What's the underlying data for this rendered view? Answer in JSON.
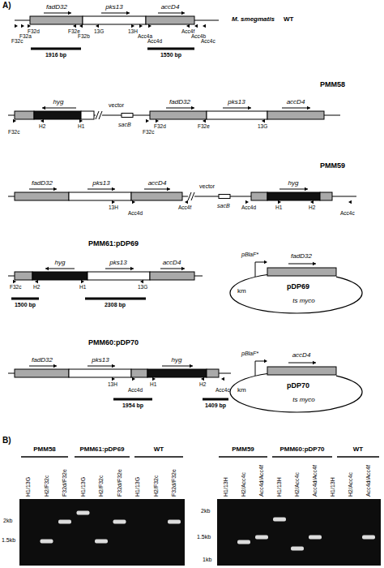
{
  "diagram": {
    "nodes": [
      {
        "text": [
          "km",
          "pDP69",
          "ts myco"
        ]
      },
      {
        "text": [
          "km",
          "pDP70",
          "ts myco"
        ]
      }
    ],
    "labels": [
      "A)",
      "fadD32",
      "pks13",
      "accD4",
      "M. smegmatis",
      "WT",
      "F32c",
      "F32a",
      "F32d",
      "F32e",
      "F32b",
      "13G",
      "13H",
      "Acc4a",
      "Acc4d",
      "Acc4f",
      "Acc4b",
      "Acc4c",
      "1916 bp",
      "1550 bp",
      "hyg",
      "vector",
      "sacB",
      "fadD32",
      "pks13",
      "accD4",
      "PMM58",
      "F32c",
      "H2",
      "H1",
      "F32c",
      "F32d",
      "F32e",
      "13G",
      "fadD32",
      "pks13",
      "accD4",
      "vector",
      "sacB",
      "hyg",
      "PMM59",
      "13H",
      "Acc4d",
      "Acc4f",
      "Acc4d",
      "H1",
      "H2",
      "Acc4c",
      "hyg",
      "pks13",
      "accD4",
      "PMM61:pDP69",
      "F32c",
      "H2",
      "H1",
      "13G",
      "1500 bp",
      "2308 bp",
      "pBlaF*",
      "fadD32",
      "PMM60:pDP70",
      "fadD32",
      "pks13",
      "hyg",
      "13H",
      "Acc4d",
      "H1",
      "H2",
      "Acc4c",
      "1954 bp",
      "1409 bp",
      "pBlaF*",
      "accD4",
      "B)",
      "PMM58",
      "PMM61:pDP69",
      "WT",
      "H1/13G",
      "H2/F32c",
      "F32d/F32e",
      "H1/13G",
      "H2/F32c",
      "F32d/F32e",
      "H1/13G",
      "H2/F32c",
      "F32d/F32e",
      "2kb",
      "1.5kb",
      "PMM59",
      "PMM60:pDP70",
      "WT",
      "H1/13H",
      "H2/Acc4c",
      "Acc4d/Acc4f",
      "H1/13H",
      "H2/Acc4c",
      "Acc4d/Acc4f",
      "H1/13H",
      "H2/Acc4c",
      "Acc4d/Acc4f",
      "2kb",
      "1.5kb",
      "1kb"
    ]
  }
}
